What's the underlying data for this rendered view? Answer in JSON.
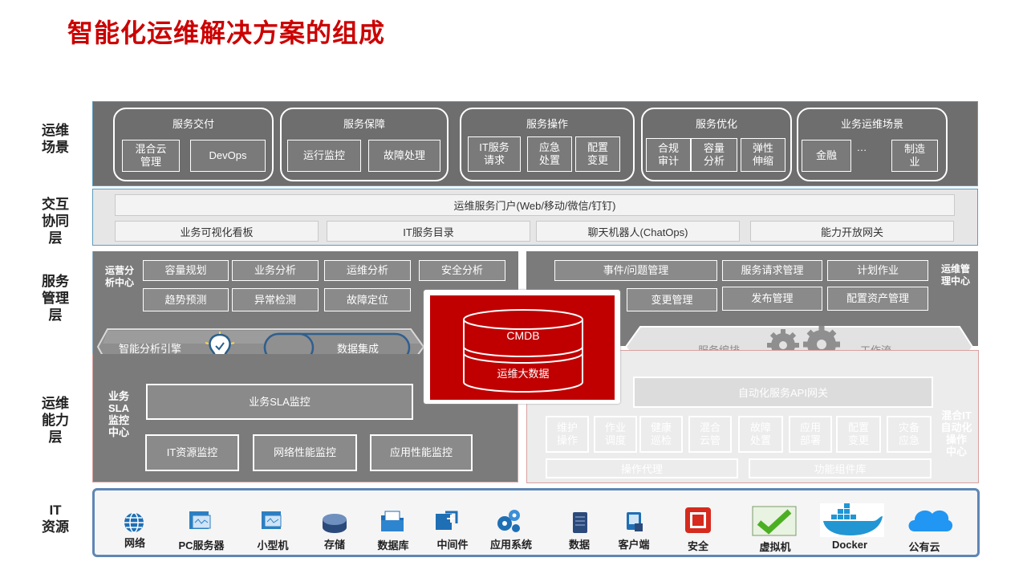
{
  "title": "智能化运维解决方案的组成",
  "row_labels": [
    "运维\n场景",
    "交互\n协同\n层",
    "服务\n管理\n层",
    "运维\n能力\n层",
    "IT\n资源"
  ],
  "scenes": {
    "groups": [
      {
        "title": "服务交付",
        "items": [
          "混合云\n管理",
          "DevOps"
        ]
      },
      {
        "title": "服务保障",
        "items": [
          "运行监控",
          "故障处理"
        ]
      },
      {
        "title": "服务操作",
        "items": [
          "IT服务\n请求",
          "应急\n处置",
          "配置\n变更"
        ]
      },
      {
        "title": "服务优化",
        "items": [
          "合规\n审计",
          "容量\n分析",
          "弹性\n伸缩"
        ]
      },
      {
        "title": "业务运维场景",
        "items": [
          "金融",
          "…",
          "制造\n业"
        ]
      }
    ]
  },
  "interaction": {
    "portal": "运维服务门户(Web/移动/微信/钉钉)",
    "bars": [
      "业务可视化看板",
      "IT服务目录",
      "聊天机器人(ChatOps)",
      "能力开放网关"
    ]
  },
  "analytics": {
    "label": "运营分\n析中心",
    "tiles": [
      "容量规划",
      "业务分析",
      "运维分析",
      "安全分析",
      "趋势预测",
      "异常检测",
      "故障定位"
    ],
    "engine": "智能分析引擎",
    "integration": "数据集成"
  },
  "ops_mgmt": {
    "label": "运维管\n理中心",
    "tiles": [
      "事件/问题管理",
      "服务请求管理",
      "计划作业",
      "变更管理",
      "发布管理",
      "配置资产管理"
    ],
    "orchestration": "服务编排",
    "workflow": "工作流"
  },
  "center": {
    "cmdb": "CMDB",
    "bigdata": "运维大数据"
  },
  "sla": {
    "label": "业务\nSLA\n监控\n中心",
    "top": "业务SLA监控",
    "items": [
      "IT资源监控",
      "网络性能监控",
      "应用性能监控"
    ]
  },
  "automation": {
    "label": "混合IT\n自动化\n操作\n中心",
    "gateway": "自动化服务API网关",
    "tiles": [
      "维护\n操作",
      "作业\n调度",
      "健康\n巡检",
      "混合\n云管",
      "故障\n处置",
      "应用\n部署",
      "配置\n变更",
      "灾备\n应急"
    ],
    "bottom": [
      "操作代理",
      "功能组件库"
    ]
  },
  "resources": [
    "网络",
    "PC服务器",
    "小型机",
    "存储",
    "数据库",
    "中间件",
    "应用系统",
    "数据",
    "客户端",
    "安全",
    "虚拟机",
    "Docker",
    "公有云"
  ],
  "colors": {
    "title": "#cc0000",
    "cmdb_bg": "#c00000",
    "panel": "#7b7b7b",
    "border": "#5e9bbf"
  }
}
